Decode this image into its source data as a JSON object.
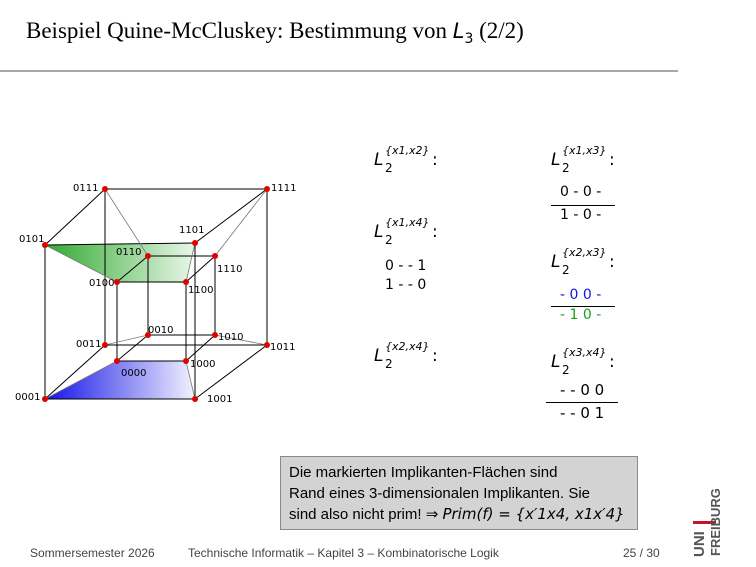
{
  "title": {
    "text": "Beispiel Quine-McCluskey: Bestimmung von ",
    "math_letter": "L",
    "math_sub": "3",
    "suffix": " (2/2)"
  },
  "cube_labels": {
    "v0111": "0111",
    "v1111": "1111",
    "v0101": "0101",
    "v1101": "1101",
    "v0110": "0110",
    "v1110": "1110",
    "v0100": "0100",
    "v1100": "1100",
    "v0010": "0010",
    "v1010": "1010",
    "v0011": "0011",
    "v1011": "1011",
    "v0000": "0000",
    "v1000": "1000",
    "v0001": "0001",
    "v1001": "1001"
  },
  "colors": {
    "green": "#1aa01a",
    "blue": "#1414e6",
    "vertex": "#e00000",
    "grey_rule": "#a7a7a7",
    "box_bg": "#d3d3d3"
  },
  "sections": {
    "x1x2": {
      "letter": "L",
      "sub": "2",
      "sup": "{x1,x2}",
      "colon": ":",
      "rows": []
    },
    "x1x3": {
      "letter": "L",
      "sub": "2",
      "sup": "{x1,x3}",
      "colon": ":",
      "rows": [
        "0 - 0 -",
        "1 - 0 -"
      ]
    },
    "x1x4": {
      "letter": "L",
      "sub": "2",
      "sup": "{x1,x4}",
      "colon": ":",
      "rows": [
        "0 - - 1",
        "1 - - 0"
      ]
    },
    "x2x3": {
      "letter": "L",
      "sub": "2",
      "sup": "{x2,x3}",
      "colon": ":",
      "rows": [
        "- 0 0 -",
        "- 1 0 -"
      ]
    },
    "x2x4": {
      "letter": "L",
      "sub": "2",
      "sup": "{x2,x4}",
      "colon": ":",
      "rows": []
    },
    "x3x4": {
      "letter": "L",
      "sub": "2",
      "sup": "{x3,x4}",
      "colon": ":",
      "rows": [
        "- - 0 0",
        "- - 0 1"
      ]
    }
  },
  "note": {
    "line1": "Die markierten Implikanten-Flächen sind",
    "line2": "Rand eines 3-dimensionalen Implikanten. Sie",
    "line3_prefix": "sind also nicht prim! ⇒ ",
    "line3_math": "Prim(f) = {x′1x4, x1x′4}"
  },
  "footer": {
    "left": "Sommersemester 2026",
    "center": "Technische Informatik – Kapitel 3 – Kombinatorische Logik",
    "right": "25 / 30"
  },
  "logo": {
    "uni": "UNI",
    "city": "FREIBURG"
  }
}
